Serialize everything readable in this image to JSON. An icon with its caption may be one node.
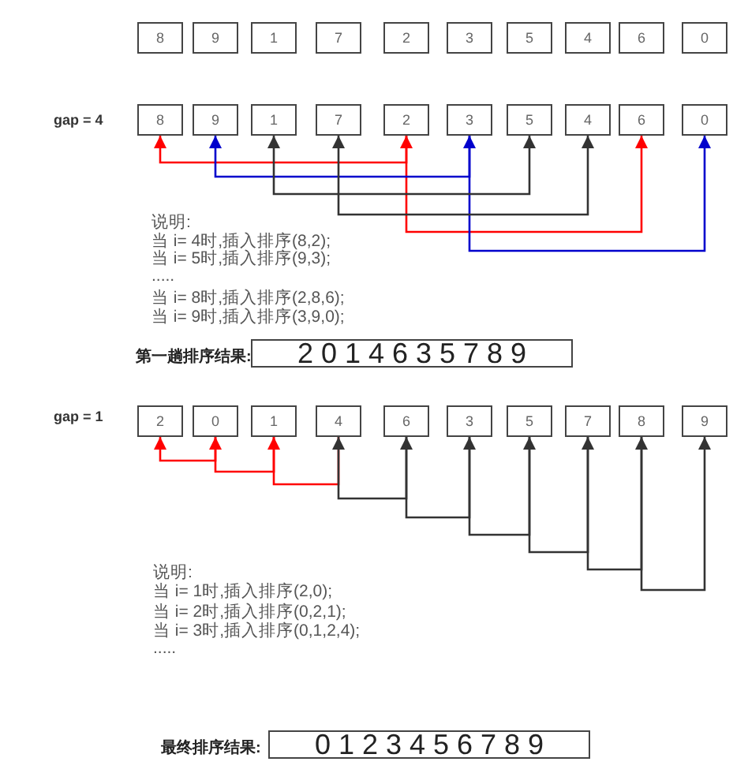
{
  "diagram": {
    "nodes": [
      {
        "text": [
          "8"
        ]
      },
      {
        "text": [
          "9"
        ]
      },
      {
        "text": [
          "1"
        ]
      },
      {
        "text": [
          "7"
        ]
      },
      {
        "text": [
          "2"
        ]
      },
      {
        "text": [
          "3"
        ]
      },
      {
        "text": [
          "5"
        ]
      },
      {
        "text": [
          "4"
        ]
      },
      {
        "text": [
          "6"
        ]
      },
      {
        "text": [
          "0"
        ]
      },
      {
        "text": [
          "8"
        ]
      },
      {
        "text": [
          "9"
        ]
      },
      {
        "text": [
          "1"
        ]
      },
      {
        "text": [
          "7"
        ]
      },
      {
        "text": [
          "2"
        ]
      },
      {
        "text": [
          "3"
        ]
      },
      {
        "text": [
          "5"
        ]
      },
      {
        "text": [
          "4"
        ]
      },
      {
        "text": [
          "6"
        ]
      },
      {
        "text": [
          "0"
        ]
      },
      {
        "text": [
          "2"
        ]
      },
      {
        "text": [
          "0"
        ]
      },
      {
        "text": [
          "1"
        ]
      },
      {
        "text": [
          "4"
        ]
      },
      {
        "text": [
          "6"
        ]
      },
      {
        "text": [
          "3"
        ]
      },
      {
        "text": [
          "5"
        ]
      },
      {
        "text": [
          "7"
        ]
      },
      {
        "text": [
          "8"
        ]
      },
      {
        "text": [
          "9"
        ]
      },
      {
        "text": [
          "2 0 1 4 6 3 5 7 8 9"
        ],
        "beside": [
          "第一趟排序结果:"
        ]
      },
      {
        "text": [
          "0 1 2 3 4 5 6 7 8 9"
        ],
        "beside": [
          "最终排序结果:"
        ]
      }
    ],
    "edges": [
      {
        "from": 10,
        "to": 14,
        "arrow": "both",
        "color": "#ff0000"
      },
      {
        "from": 14,
        "to": 18,
        "arrow": "to",
        "color": "#ff0000"
      },
      {
        "from": 11,
        "to": 15,
        "arrow": "both",
        "color": "#0000cc"
      },
      {
        "from": 15,
        "to": 19,
        "arrow": "to",
        "color": "#0000cc"
      },
      {
        "from": 12,
        "to": 16,
        "arrow": "both"
      },
      {
        "from": 13,
        "to": 17,
        "arrow": "both"
      },
      {
        "from": 20,
        "to": 21,
        "arrow": "both",
        "color": "#ff0000"
      },
      {
        "from": 21,
        "to": 22,
        "arrow": "to",
        "color": "#ff0000"
      },
      {
        "from": 22,
        "to": 23,
        "arrow": "none",
        "color": "#ff0000"
      },
      {
        "from": 23,
        "to": 24,
        "arrow": "both"
      },
      {
        "from": 24,
        "to": 25,
        "arrow": "to"
      },
      {
        "from": 25,
        "to": 26,
        "arrow": "to"
      },
      {
        "from": 26,
        "to": 27,
        "arrow": "to"
      },
      {
        "from": 27,
        "to": 28,
        "arrow": "to"
      },
      {
        "from": 28,
        "to": 29,
        "arrow": "to"
      }
    ],
    "labels": [
      "gap = 4",
      "说明:",
      "当 i= 4时,插入排序(8,2);",
      "当 i= 5时,插入排序(9,3);",
      ".....",
      "当 i= 8时,插入排序(2,8,6);",
      "当 i= 9时,插入排序(3,9,0);",
      "gap = 1",
      "说明:",
      "当 i= 1时,插入排序(2,0);",
      "当 i= 2时,插入排序(0,2,1);",
      "当 i= 3时,插入排序(0,1,2,4);",
      "....."
    ]
  }
}
